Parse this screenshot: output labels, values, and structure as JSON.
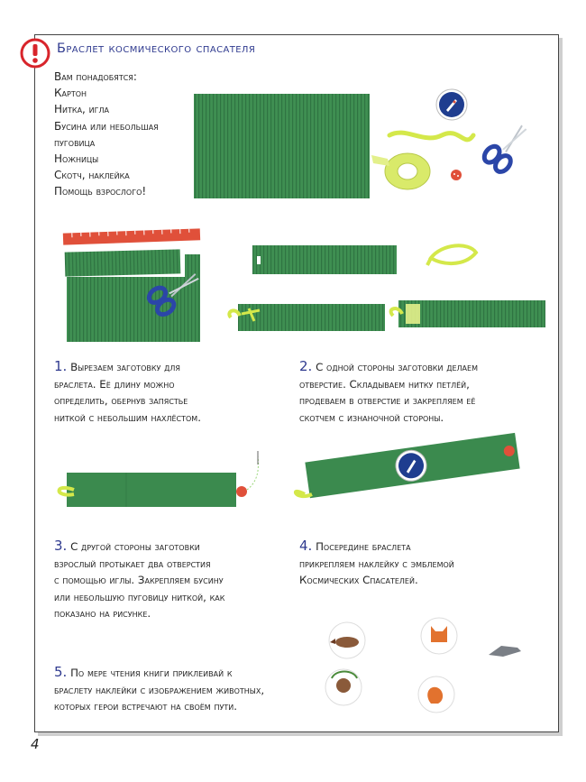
{
  "header": {
    "title": "Браслет космического спасателя"
  },
  "materials": {
    "heading": "Вам понадобятся:",
    "items": [
      "Картон",
      "Нитка, игла",
      "Бусина или небольшая",
      "пуговица",
      "Ножницы",
      "Скотч, наклейка",
      "Помощь взрослого!"
    ]
  },
  "steps": [
    {
      "num": "1.",
      "lines": [
        "Вырезаем заготовку для",
        "браслета. Её длину можно",
        "определить, обернув запястье",
        "ниткой с небольшим нахлёстом."
      ]
    },
    {
      "num": "2.",
      "lines": [
        "С одной стороны заготовки делаем",
        "отверстие. Складываем нитку петлёй,",
        "продеваем в отверстие и закрепляем её",
        "скотчем с изнаночной стороны."
      ]
    },
    {
      "num": "3.",
      "lines": [
        "С другой стороны заготовки",
        "взрослый протыкает два отверстия",
        "с помощью иглы. Закрепляем бусину",
        "или небольшую пуговицу ниткой, как",
        "показано на рисунке."
      ]
    },
    {
      "num": "4.",
      "lines": [
        "Посередине браслета",
        "прикрепляем наклейку с эмблемой",
        "Космических Спасателей."
      ]
    },
    {
      "num": "5.",
      "lines": [
        "По мере чтения книги приклеивай к",
        "браслету наклейки с изображением животных,",
        "которых герои встречают на своём пути."
      ]
    }
  ],
  "page": {
    "number": "4"
  },
  "colors": {
    "cardboard": "#3b8a4e",
    "title": "#2f3a8f",
    "warning": "#d8242b",
    "thread": "#d4e84a",
    "ruler": "#e0503a",
    "scissors": "#2b46a8"
  },
  "icons": [
    "warning-icon",
    "scissors-icon",
    "tape-icon",
    "button-icon",
    "emblem-sticker-icon",
    "animal-stickers"
  ]
}
